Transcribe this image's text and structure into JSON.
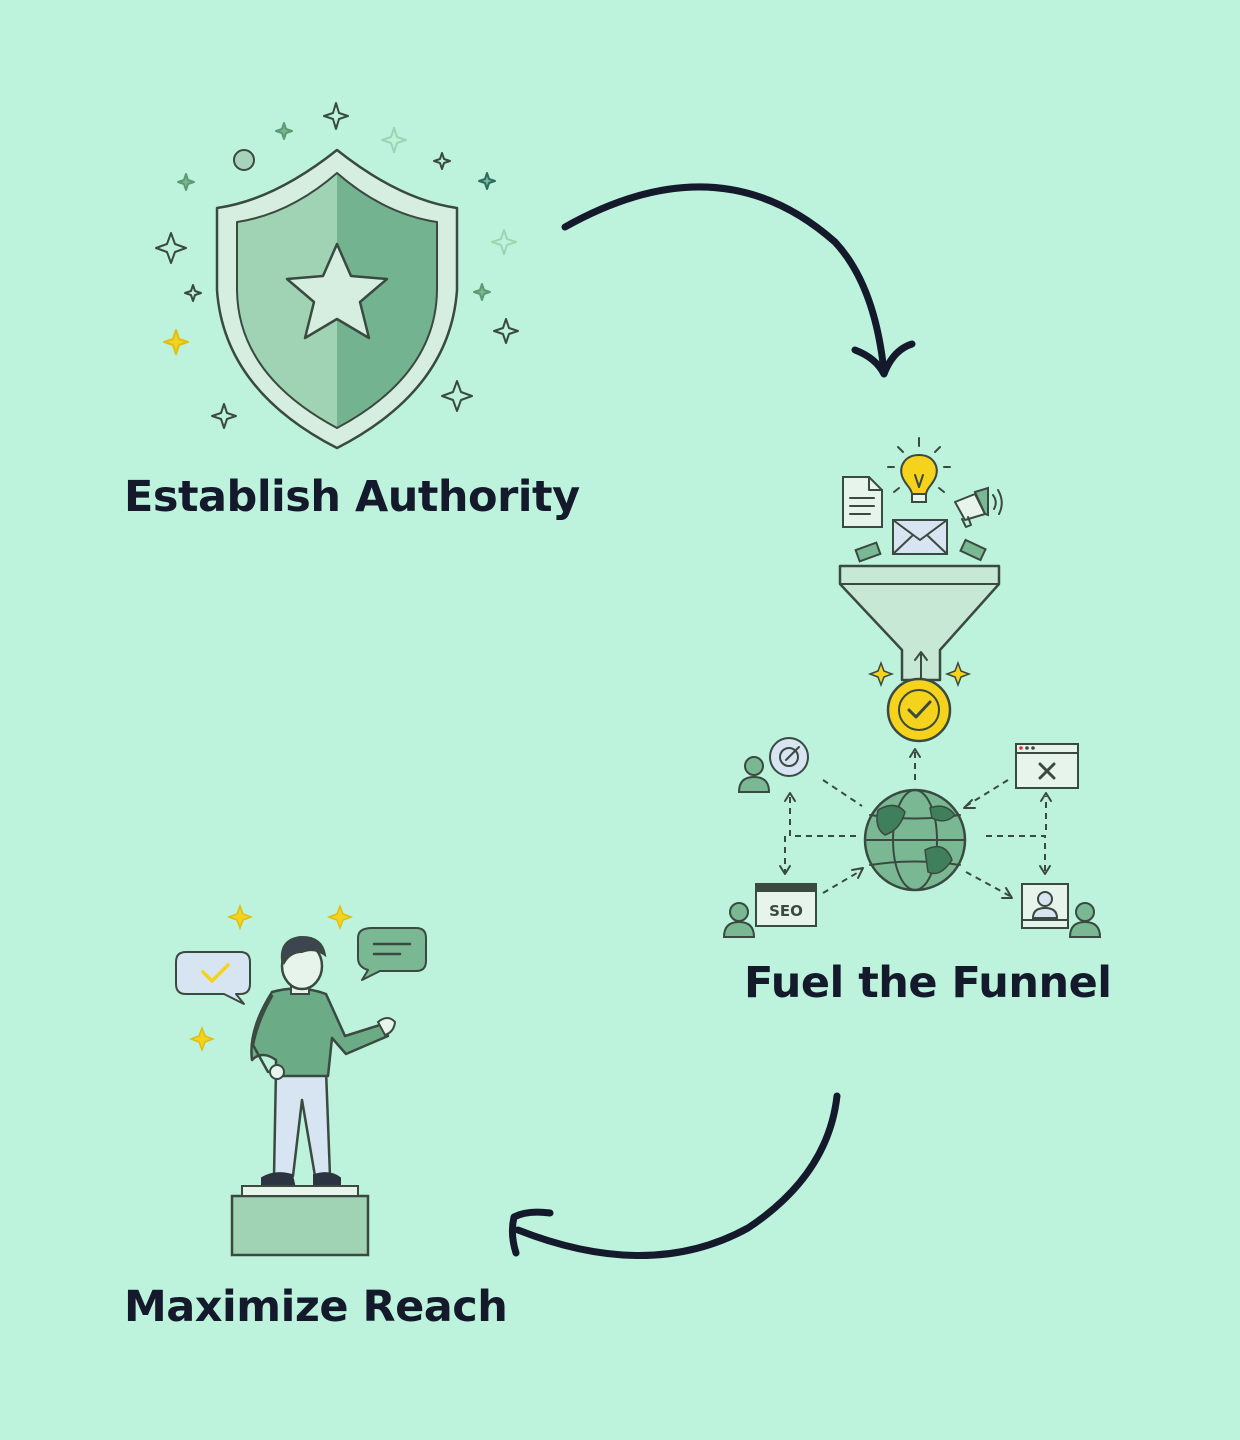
{
  "diagram": {
    "steps": [
      {
        "label": "Establish Authority",
        "icon": "shield-star-icon"
      },
      {
        "label": "Fuel the Funnel",
        "icon": "marketing-funnel-icon"
      },
      {
        "label": "Maximize Reach",
        "icon": "person-on-podium-icon"
      }
    ],
    "connectors": [
      {
        "from": "Establish Authority",
        "to": "Fuel the Funnel"
      },
      {
        "from": "Fuel the Funnel",
        "to": "Maximize Reach"
      }
    ],
    "badge_text": "SEO",
    "colors": {
      "background": "#bdf3dc",
      "text": "#141a2c",
      "accent_green": "#7ab894",
      "accent_yellow": "#f5d21c",
      "line": "#3a4a40"
    }
  }
}
